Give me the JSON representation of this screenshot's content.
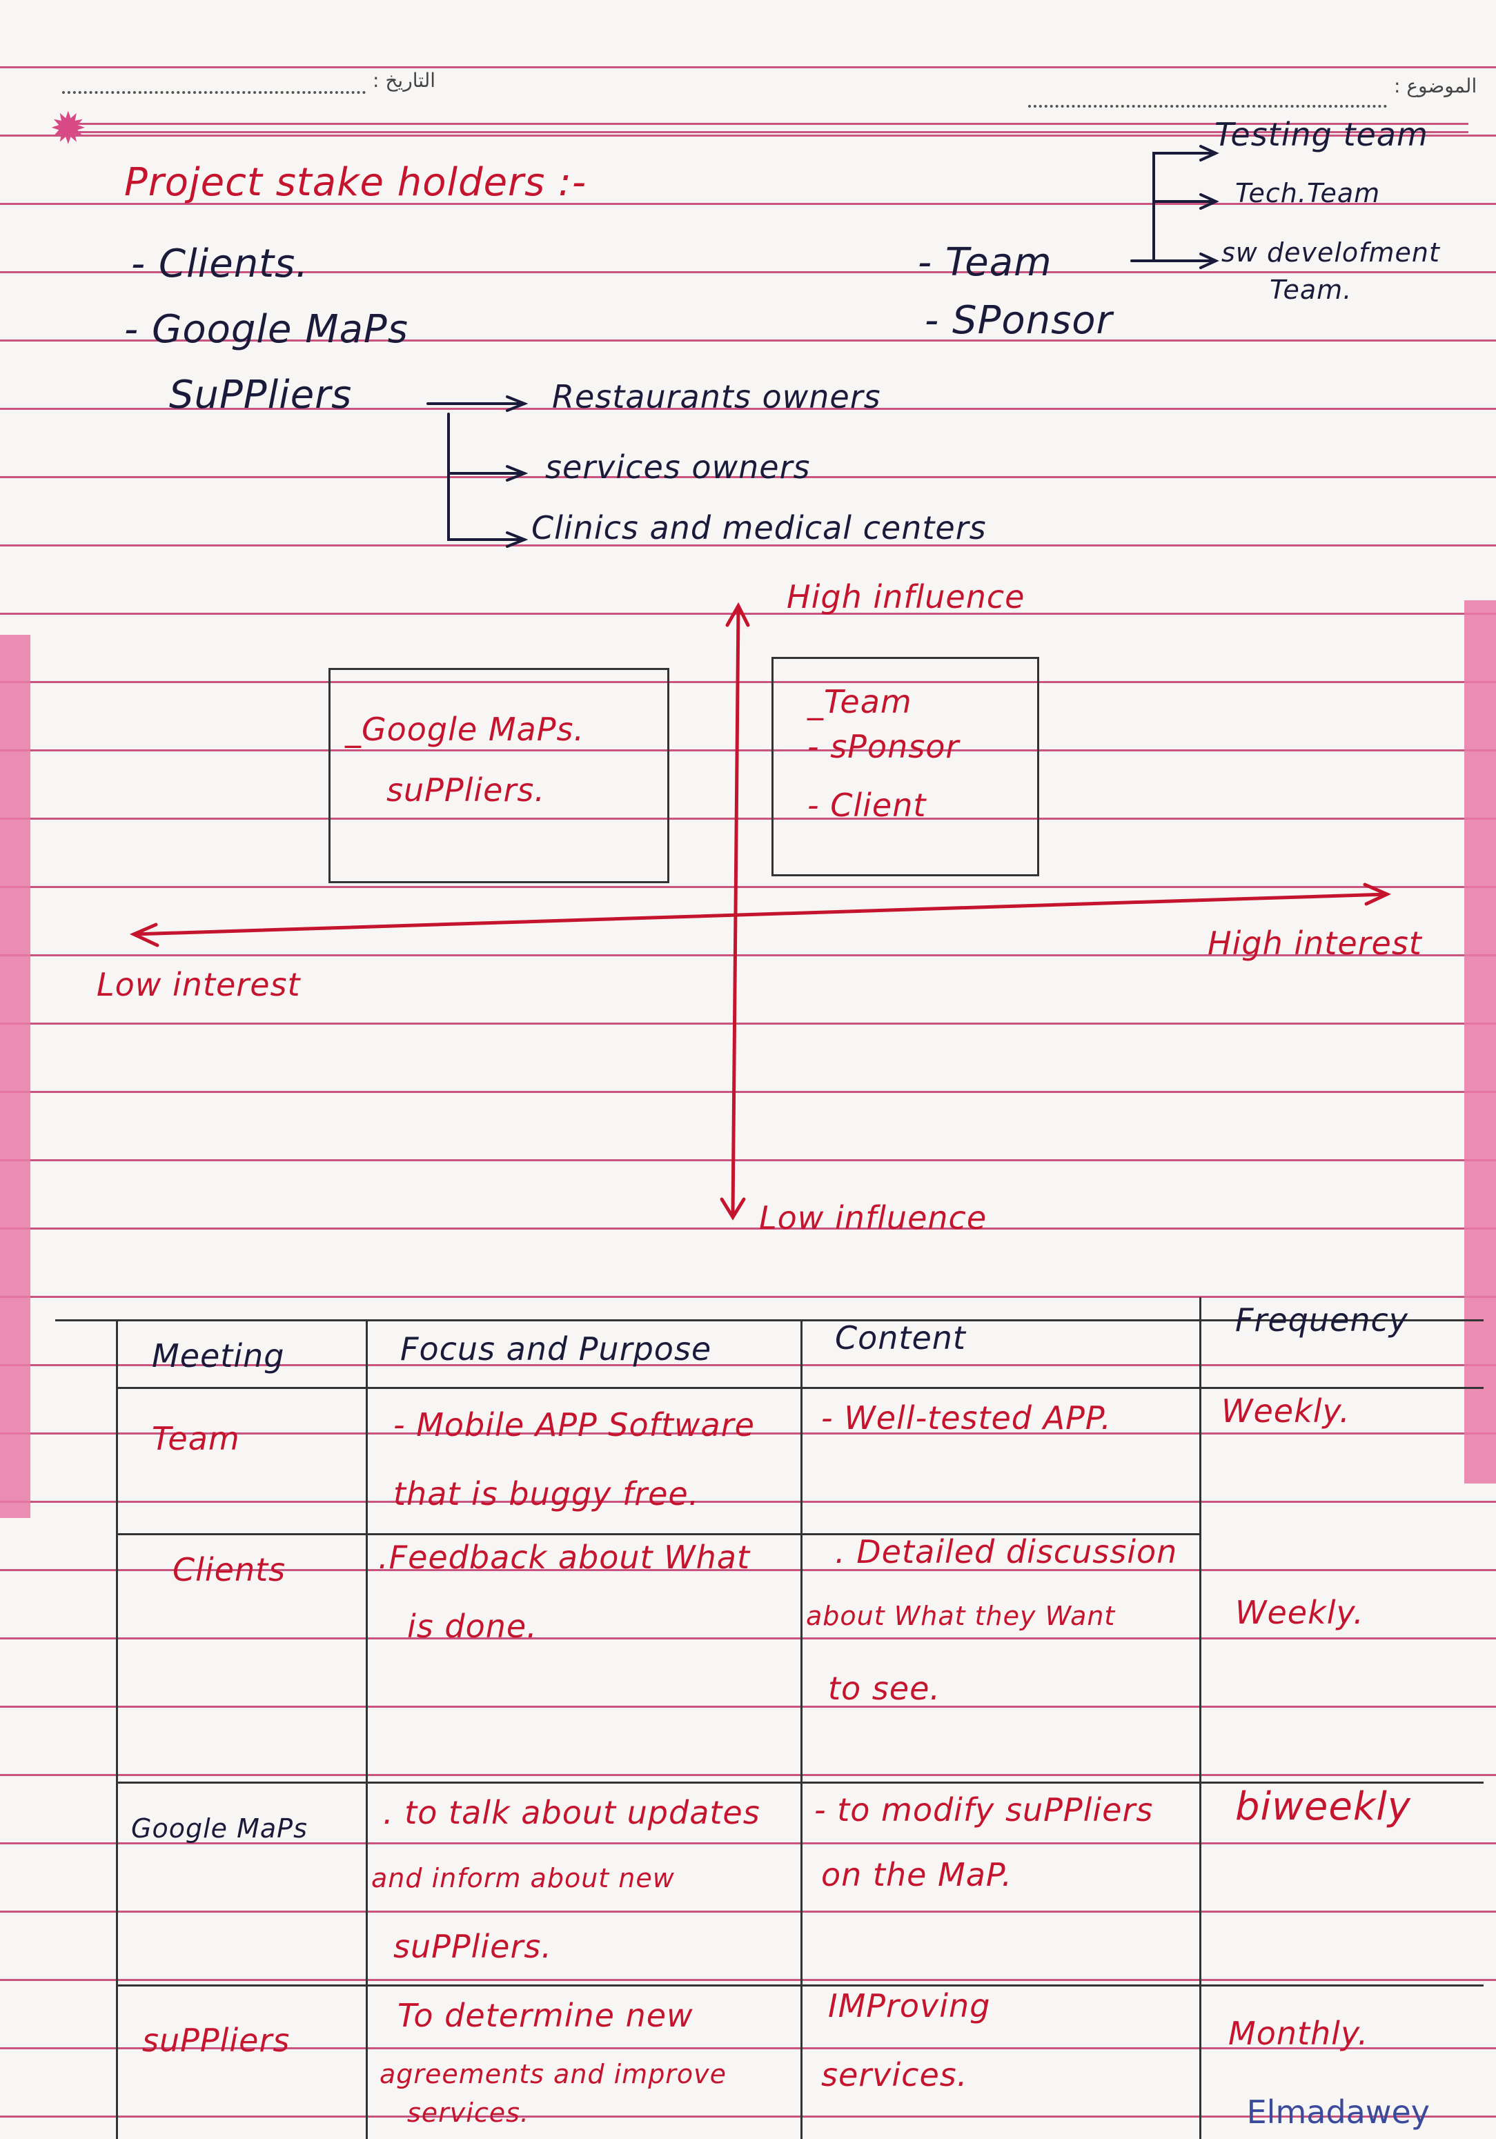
{
  "header": {
    "date_label": "التاريخ :",
    "subject_label": "الموضوع :"
  },
  "stakeholders": {
    "title": "Project stake holders :-",
    "left_list": [
      "Clients.",
      "Google MaPs",
      "SuPPliers"
    ],
    "right_list": [
      "Team",
      "SPonsor"
    ],
    "team_branches": [
      "Testing team",
      "Tech.Team",
      "sw develofment",
      "Team."
    ],
    "supplier_branches": [
      "Restaurants owners",
      "services owners",
      "Clinics and medical centers"
    ]
  },
  "grid": {
    "high_influence": "High influence",
    "low_influence": "Low influence",
    "low_interest": "Low interest",
    "high_interest": "High interest",
    "left_box": [
      "_Google MaPs.",
      "suPPliers."
    ],
    "right_box": [
      "_Team",
      "- sPonsor",
      "- Client"
    ]
  },
  "table": {
    "headers": [
      "Meeting",
      "Focus and Purpose",
      "Content",
      "Frequency"
    ],
    "rows": [
      {
        "meeting": "Team",
        "purpose": [
          "- Mobile APP Software",
          "that is buggy free."
        ],
        "content": [
          "- Well-tested APP."
        ],
        "frequency": "Weekly."
      },
      {
        "meeting": "Clients",
        "purpose": [
          ".Feedback about What",
          "is done."
        ],
        "content": [
          ". Detailed discussion",
          "about What they Want",
          "to see."
        ],
        "frequency": "Weekly."
      },
      {
        "meeting": "Google MaPs",
        "purpose": [
          ". to talk about updates",
          "and inform about new",
          "suPPliers."
        ],
        "content": [
          "- to modify suPPliers",
          "on the MaP."
        ],
        "frequency": "biweekly"
      },
      {
        "meeting": "suPPliers",
        "purpose": [
          "To determine new",
          "agreements and improve",
          "services."
        ],
        "content": [
          "IMProving",
          "services."
        ],
        "frequency": "Monthly."
      }
    ]
  },
  "watermark": "Elmadawey"
}
